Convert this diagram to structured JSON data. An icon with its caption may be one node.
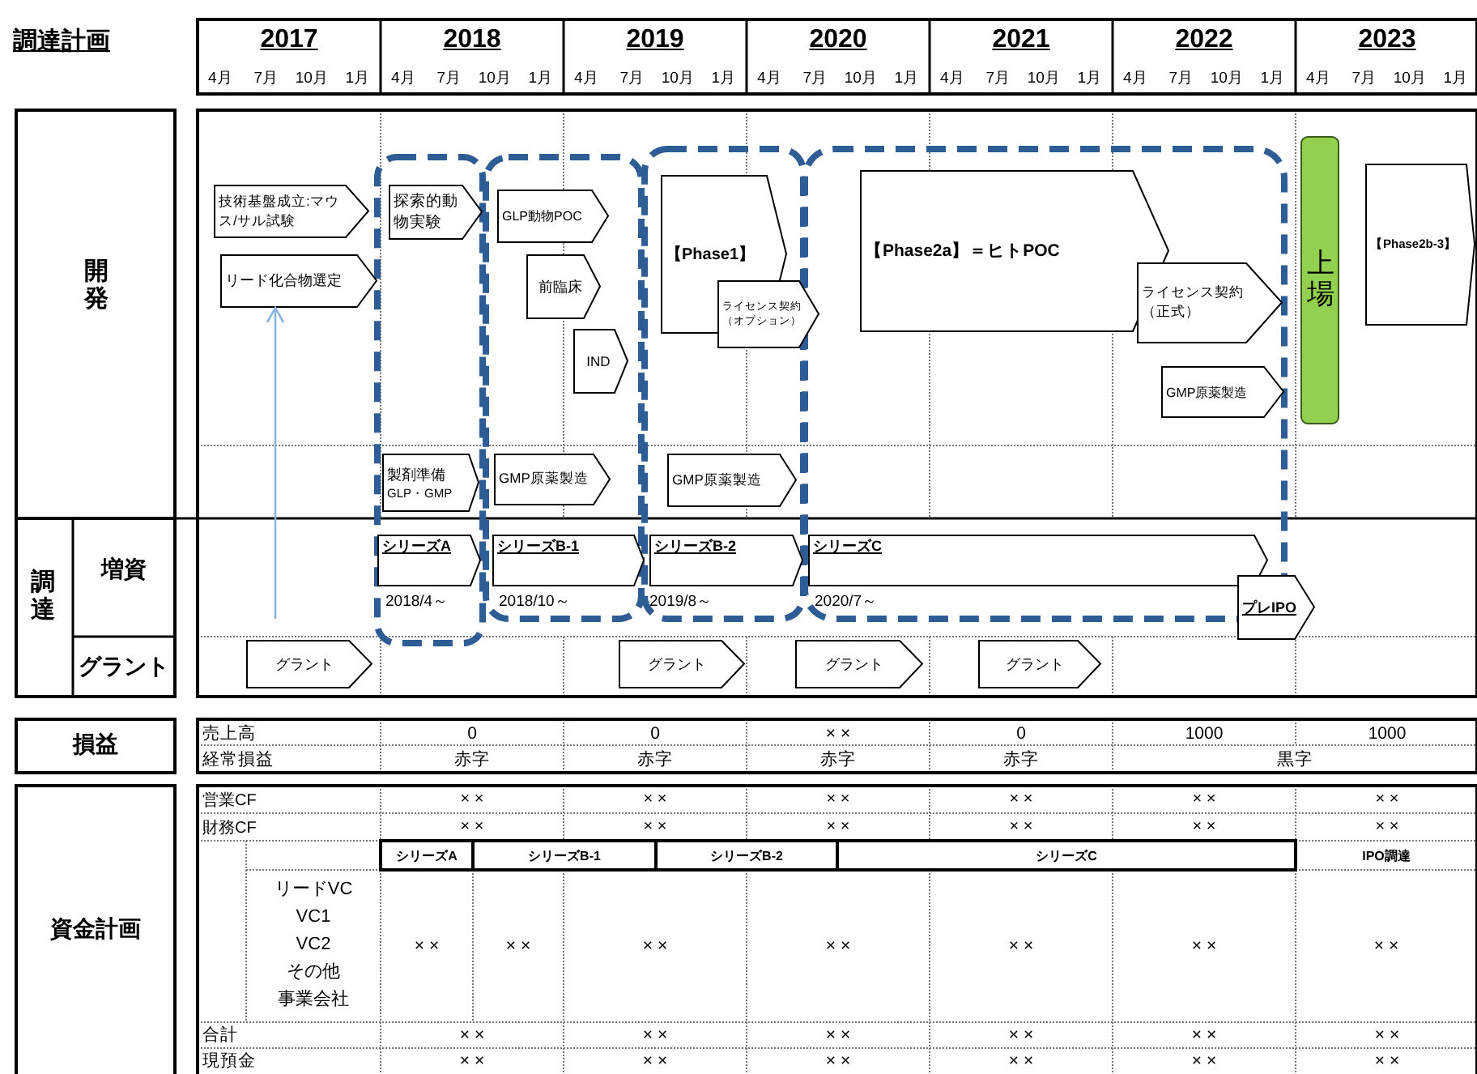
{
  "diagram": {
    "title": "調達計画",
    "nodes": [
      {
        "text": [
          "技術基盤成立:マウス/サル試験"
        ]
      },
      {
        "text": [
          "リード化合物選定"
        ]
      },
      {
        "text": [
          "探索的動物実験"
        ]
      },
      {
        "text": [
          "GLP動物POC"
        ]
      },
      {
        "text": [
          "前臨床"
        ]
      },
      {
        "text": [
          "IND"
        ]
      },
      {
        "text": [
          "【Phase1】"
        ]
      },
      {
        "text": [
          "ライセンス契約（オプション）"
        ]
      },
      {
        "text": [
          "【Phase2a】＝ヒトPOC"
        ]
      },
      {
        "text": [
          "ライセンス契約（正式）"
        ]
      },
      {
        "text": [
          "GMP原薬製造"
        ]
      },
      {
        "text": [
          "上場"
        ]
      },
      {
        "text": [
          "【Phase2b-3】"
        ]
      },
      {
        "text": [
          "製剤準備",
          "GLP・GMP"
        ]
      },
      {
        "text": [
          "GMP原薬製造"
        ]
      },
      {
        "text": [
          "GMP原薬製造"
        ]
      },
      {
        "text": [
          "シリーズA"
        ],
        "beside": [
          "2018/4～"
        ]
      },
      {
        "text": [
          "シリーズB-1"
        ],
        "beside": [
          "2018/10～"
        ]
      },
      {
        "text": [
          "シリーズB-2"
        ],
        "beside": [
          "2019/8～"
        ]
      },
      {
        "text": [
          "シリーズC"
        ],
        "beside": [
          "2020/7～"
        ]
      },
      {
        "text": [
          "プレIPO"
        ]
      },
      {
        "text": [
          "グラント"
        ]
      },
      {
        "text": [
          "グラント"
        ]
      },
      {
        "text": [
          "グラント"
        ]
      },
      {
        "text": [
          "グラント"
        ]
      }
    ],
    "edges": [
      {
        "from": null,
        "to": 1,
        "arrow": "to",
        "color": "#8eb4e3"
      }
    ],
    "labels": [
      "2017",
      "2018",
      "2019",
      "2020",
      "2021",
      "2022",
      "2023",
      "4月",
      "7月",
      "10月",
      "1月",
      "4月",
      "7月",
      "10月",
      "1月",
      "4月",
      "7月",
      "10月",
      "1月",
      "4月",
      "7月",
      "10月",
      "1月",
      "4月",
      "7月",
      "10月",
      "1月",
      "4月",
      "7月",
      "10月",
      "1月",
      "4月",
      "7月",
      "10月",
      "1月",
      "開発",
      "調達",
      "増資",
      "グラント",
      "損益",
      "売上高",
      "0",
      "0",
      "× ×",
      "0",
      "1000",
      "1000",
      "経常損益",
      "赤字",
      "赤字",
      "赤字",
      "赤字",
      "黒字",
      "資金計画",
      "営業CF",
      "× ×",
      "× ×",
      "× ×",
      "× ×",
      "× ×",
      "× ×",
      "財務CF",
      "× ×",
      "× ×",
      "× ×",
      "× ×",
      "× ×",
      "× ×",
      "シリーズA",
      "シリーズB-1",
      "シリーズB-2",
      "シリーズC",
      "IPO調達",
      "リードVC",
      "VC1",
      "VC2",
      "その他",
      "事業会社",
      "× ×",
      "× ×",
      "× ×",
      "× ×",
      "× ×",
      "× ×",
      "× ×",
      "合計",
      "× ×",
      "× ×",
      "× ×",
      "× ×",
      "× ×",
      "× ×",
      "現預金",
      "× ×",
      "× ×",
      "× ×",
      "× ×",
      "× ×",
      "× ×"
    ]
  }
}
